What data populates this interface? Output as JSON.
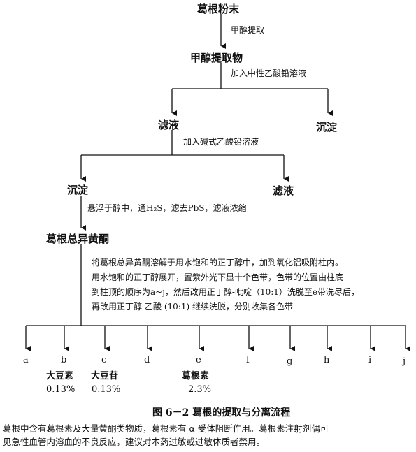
{
  "flow": {
    "start": "葛根粉末",
    "step1": "甲醇提取",
    "extract": "甲醇提取物",
    "step2": "加入中性乙酸铅溶液",
    "filtrate1": "滤液",
    "precipitate1": "沉淀",
    "step3": "加入碱式乙酸铅溶液",
    "precipitate2": "沉淀",
    "filtrate2": "滤液",
    "step4": "悬浮于醇中，通H₂S，滤去PbS，滤液浓缩",
    "total_isoflavone": "葛根总异黄酮",
    "column_text": [
      "将葛根总异黄酮溶解于用水饱和的正丁醇中，加到氧化铝吸附柱内。",
      "用水饱和的正丁醇展开，置紫外光下显十个色带，色带的位置由柱底",
      "到柱顶的顺序为a~j，然后改用正丁醇-吡啶（10:1）洗脱至e带洗尽后，",
      "再改用正丁醇-乙酸 (10:1) 继续洗脱，分别收集各色带"
    ],
    "bands": [
      "a",
      "b",
      "c",
      "d",
      "e",
      "f",
      "g",
      "h",
      "i",
      "j"
    ],
    "compounds": [
      {
        "name": "大豆素",
        "percent": "0.13%"
      },
      {
        "name": "大豆苷",
        "percent": "0.13%"
      },
      {
        "name": "葛根素",
        "percent": "2.3%"
      }
    ]
  },
  "caption": "图 6－2    葛根的提取与分离流程",
  "note": [
    "葛根中含有葛根素及大量黄酮类物质，葛根素有 α 受体阻断作用。葛根素注射剂偶可",
    "见急性血管内溶血的不良反应，建议对本药过敏或过敏体质者禁用。"
  ]
}
